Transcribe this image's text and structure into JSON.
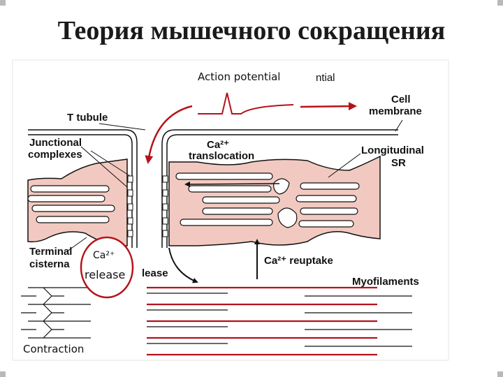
{
  "slide": {
    "title": "Теория мышечного сокращения"
  },
  "labels": {
    "action_potential": "Action potential",
    "action_potential_fragment": "ntial",
    "cell_membrane_line1": "Cell",
    "cell_membrane_line2": "membrane",
    "t_tubule": "T tubule",
    "junctional_line1": "Junctional",
    "junctional_line2": "complexes",
    "ca_translocation_line1": "Ca²⁺",
    "ca_translocation_line2": "translocation",
    "longitudinal_line1": "Longitudinal",
    "longitudinal_line2": "SR",
    "terminal_line1": "Terminal",
    "terminal_line2": "cisterna",
    "ca_release_line1": "Ca²⁺",
    "ca_release_line2": "release",
    "release_fragment": "lease",
    "ca_reuptake": "Ca²⁺ reuptake",
    "myofilaments": "Myofilaments",
    "contraction": "Contraction"
  },
  "colors": {
    "sr_fill": "#f2c9c0",
    "highlight_red": "#b5121b",
    "ink": "#111111"
  }
}
